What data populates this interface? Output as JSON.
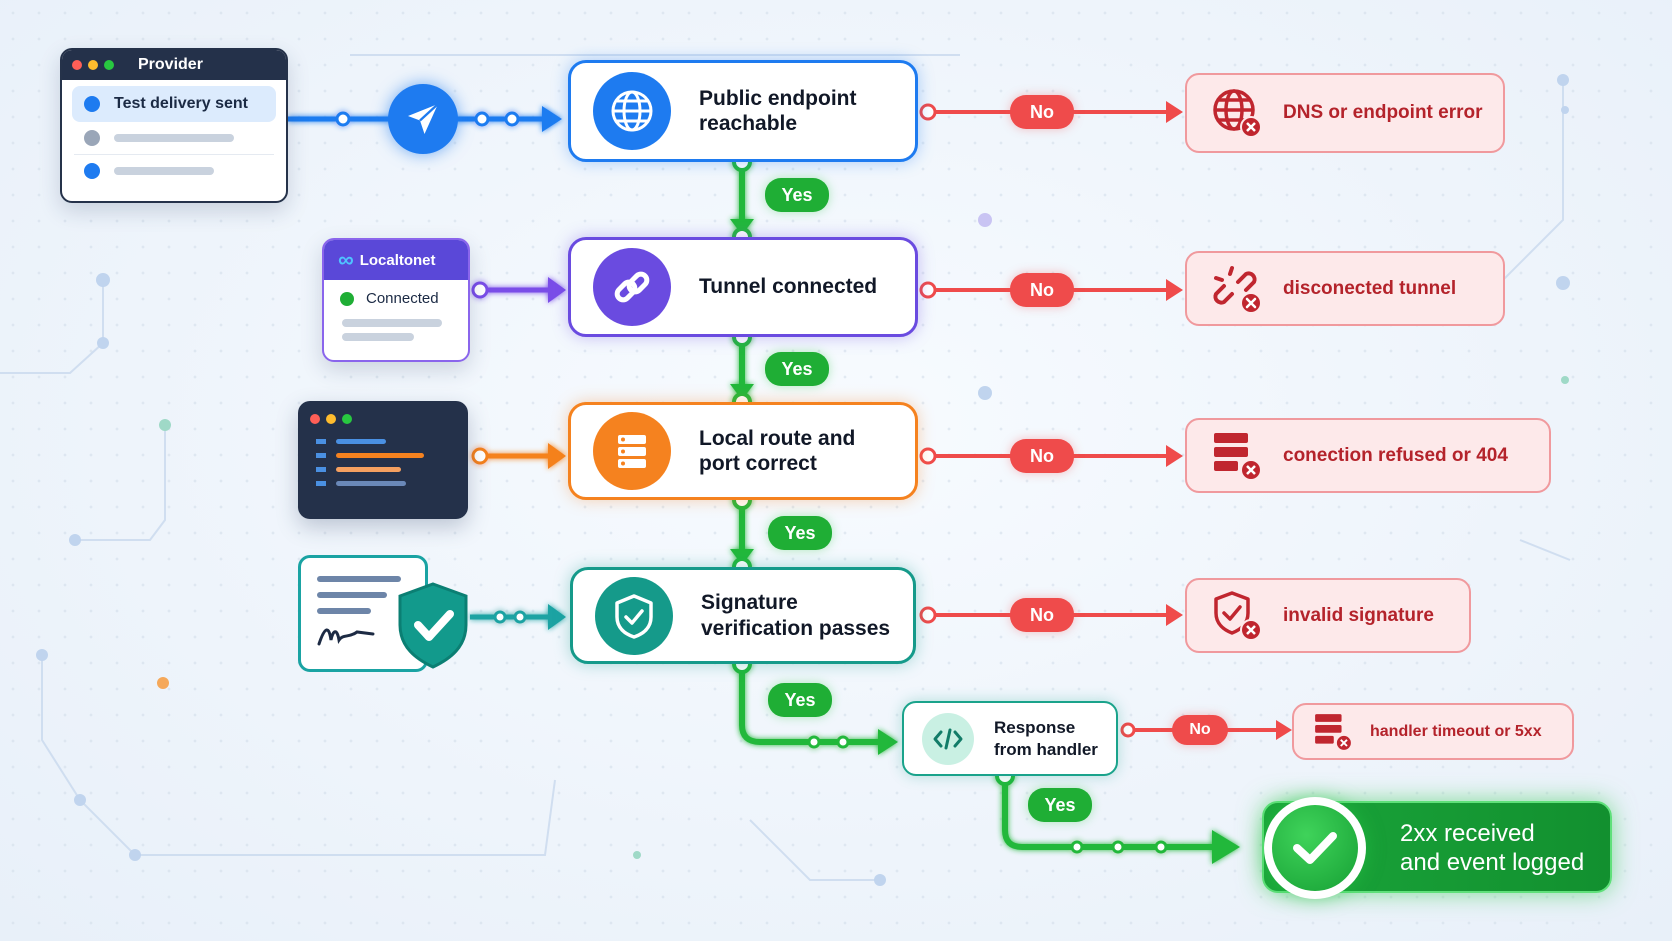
{
  "provider": {
    "title": "Provider",
    "item": "Test delivery sent"
  },
  "localtonet": {
    "brand": "Localtonet",
    "status": "Connected"
  },
  "steps": [
    {
      "label": "Public endpoint\nreachable",
      "icon": "globe-icon",
      "color": "#1e7bf0"
    },
    {
      "label": "Tunnel connected",
      "icon": "link-icon",
      "color": "#6a4be0"
    },
    {
      "label": "Local route and\nport correct",
      "icon": "server-icon",
      "color": "#f5821f"
    },
    {
      "label": "Signature\nverification passes",
      "icon": "shield-check-icon",
      "color": "#159a8a"
    }
  ],
  "handler_step": {
    "label": "Response\nfrom handler",
    "icon": "code-icon",
    "color": "#1aa38b"
  },
  "failures": [
    {
      "label": "DNS or endpoint error",
      "icon": "globe-error-icon"
    },
    {
      "label": "disconected tunnel",
      "icon": "broken-link-icon"
    },
    {
      "label": "conection refused or 404",
      "icon": "server-error-icon"
    },
    {
      "label": "invalid signature",
      "icon": "shield-error-icon"
    },
    {
      "label": "handler timeout or 5xx",
      "icon": "server-error-icon"
    }
  ],
  "yes_label": "Yes",
  "no_label": "No",
  "success": {
    "line1": "2xx received",
    "line2": "and event logged",
    "icon": "check-circle-icon"
  },
  "colors": {
    "yes": "#1fae35",
    "no": "#ef4b4b",
    "blue": "#1e7bf0",
    "purple": "#6a4be0",
    "orange": "#f5821f",
    "teal": "#159a8a",
    "error_text": "#b4232b",
    "success_bg": "#169c33"
  }
}
